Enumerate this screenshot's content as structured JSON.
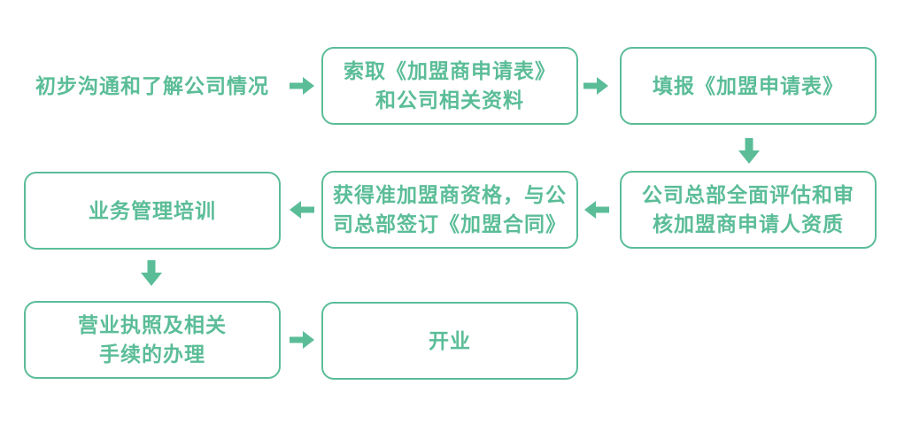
{
  "colors": {
    "accent": "#5bbd98",
    "background": "#ffffff"
  },
  "flow": {
    "steps": [
      {
        "id": "initial-communication",
        "boxed": false,
        "lines": [
          "初步沟通和了解公司情况"
        ]
      },
      {
        "id": "request-application-form",
        "boxed": true,
        "lines": [
          "索取《加盟商申请表》",
          "和公司相关资料"
        ]
      },
      {
        "id": "fill-application-form",
        "boxed": true,
        "lines": [
          "填报《加盟申请表》"
        ]
      },
      {
        "id": "hq-evaluation",
        "boxed": true,
        "lines": [
          "公司总部全面评估和审",
          "核加盟商申请人资质"
        ]
      },
      {
        "id": "qualification-sign-contract",
        "boxed": true,
        "lines": [
          "获得准加盟商资格，与公",
          "司总部签订《加盟合同》"
        ]
      },
      {
        "id": "business-management-training",
        "boxed": true,
        "lines": [
          "业务管理培训"
        ]
      },
      {
        "id": "license-and-procedures",
        "boxed": true,
        "lines": [
          "营业执照及相关",
          "手续的办理"
        ]
      },
      {
        "id": "opening",
        "boxed": true,
        "lines": [
          "开业"
        ]
      }
    ],
    "connections": [
      {
        "from": "initial-communication",
        "to": "request-application-form",
        "direction": "right"
      },
      {
        "from": "request-application-form",
        "to": "fill-application-form",
        "direction": "right"
      },
      {
        "from": "fill-application-form",
        "to": "hq-evaluation",
        "direction": "down"
      },
      {
        "from": "hq-evaluation",
        "to": "qualification-sign-contract",
        "direction": "left"
      },
      {
        "from": "qualification-sign-contract",
        "to": "business-management-training",
        "direction": "left"
      },
      {
        "from": "business-management-training",
        "to": "license-and-procedures",
        "direction": "down"
      },
      {
        "from": "license-and-procedures",
        "to": "opening",
        "direction": "right"
      }
    ]
  }
}
